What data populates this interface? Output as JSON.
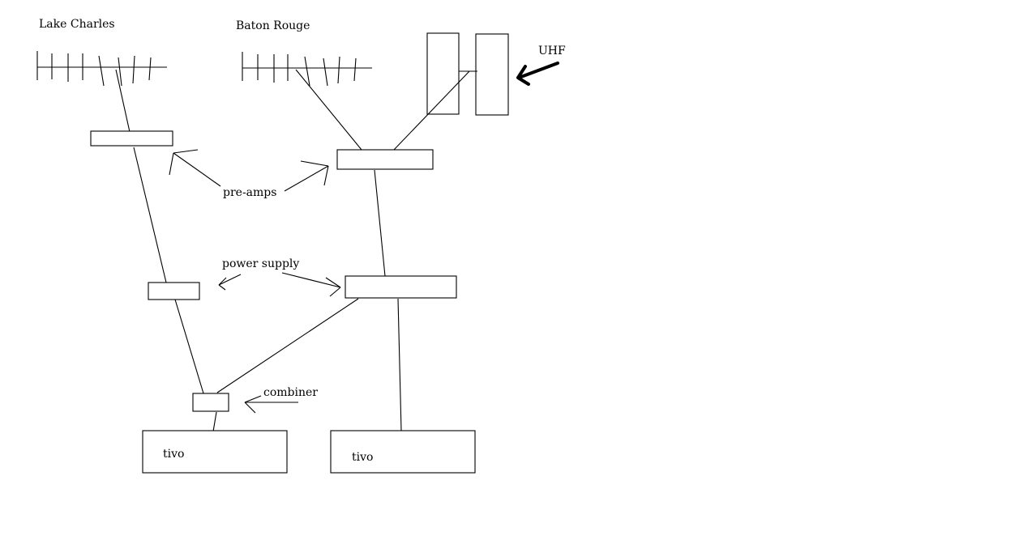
{
  "labels": {
    "lake_charles": "Lake Charles",
    "baton_rouge": "Baton Rouge",
    "uhf": "UHF",
    "pre_amps": "pre-amps",
    "power_supply": "power supply",
    "combiner": "combiner",
    "tivo_left": "tivo",
    "tivo_right": "tivo"
  },
  "colors": {
    "stroke": "#000000",
    "background": "#ffffff"
  }
}
